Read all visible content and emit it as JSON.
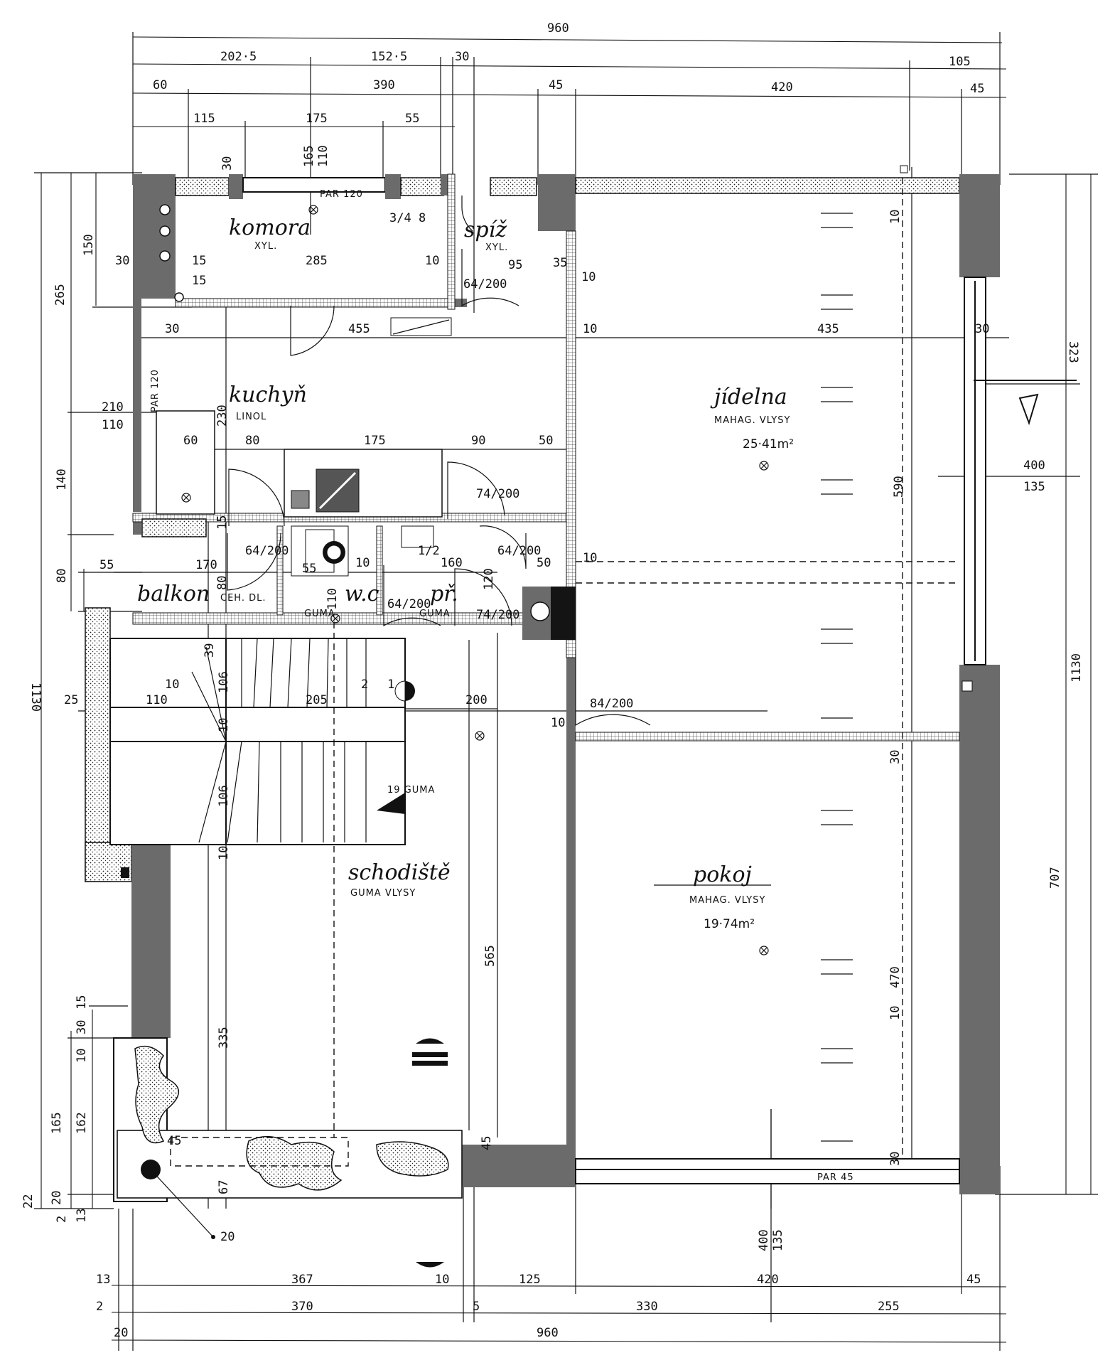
{
  "rooms": {
    "komora": {
      "name": "komora",
      "floor": "XYL."
    },
    "spiz": {
      "name": "spíž",
      "floor": "XYL."
    },
    "kuchyn": {
      "name": "kuchyň",
      "floor": "LINOL"
    },
    "jidelna": {
      "name": "jídelna",
      "floor": "MAHAG. VLYSY",
      "area": "25·41m²"
    },
    "balkon": {
      "name": "balkon",
      "floor": "CEH. DL."
    },
    "wc": {
      "name": "w.c",
      "floor": "GUMA"
    },
    "pr": {
      "name": "př.",
      "floor": "GUMA"
    },
    "schodiste": {
      "name": "schodiště",
      "floor": "GUMA VLYSY"
    },
    "pokoj": {
      "name": "pokoj",
      "floor": "MAHAG. VLYSY",
      "area": "19·74m²"
    }
  },
  "parapets": {
    "top": "PAR 120",
    "side": "PAR 120",
    "bottom": "PAR 45"
  },
  "stair_note": "19 GUMA",
  "dimensions": {
    "top_total": "960",
    "top_row1": [
      "202·5",
      "152·5",
      "30",
      "105"
    ],
    "top_row2": [
      "60",
      "390",
      "45",
      "420",
      "45"
    ],
    "top_row3": [
      "115",
      "175",
      "55"
    ],
    "bottom_row1": [
      "13",
      "367",
      "10",
      "125",
      "420",
      "45"
    ],
    "bottom_row2": [
      "2",
      "370",
      "5",
      "330",
      "255"
    ],
    "bottom_total": "960",
    "bottom_left": "20",
    "left_total": "1130",
    "left_misc": [
      "265",
      "150",
      "30",
      "15",
      "15",
      "210",
      "110",
      "140",
      "80",
      "55",
      "25",
      "15",
      "30",
      "10",
      "165",
      "162",
      "20",
      "22",
      "2",
      "13"
    ],
    "right_total": "1130",
    "right_misc": [
      "323",
      "400",
      "135",
      "707"
    ],
    "interior": [
      "30",
      "165",
      "110",
      "3/4 8",
      "285",
      "10",
      "95",
      "35",
      "10",
      "30",
      "455",
      "10",
      "435",
      "30",
      "230",
      "60",
      "80",
      "175",
      "90",
      "50",
      "45",
      "15",
      "170",
      "80",
      "55",
      "10",
      "160",
      "120",
      "50",
      "10",
      "110",
      "39",
      "10",
      "110",
      "205",
      "2",
      "1",
      "200",
      "10",
      "106",
      "10",
      "106",
      "10",
      "565",
      "335",
      "67",
      "45",
      "30",
      "10",
      "590",
      "470",
      "30",
      "10",
      "400",
      "135"
    ],
    "doors": [
      "64/200",
      "74/200",
      "64/200",
      "64/200",
      "64/200",
      "74/200",
      "84/200"
    ],
    "window_marks": [
      "1/2",
      "20"
    ]
  }
}
